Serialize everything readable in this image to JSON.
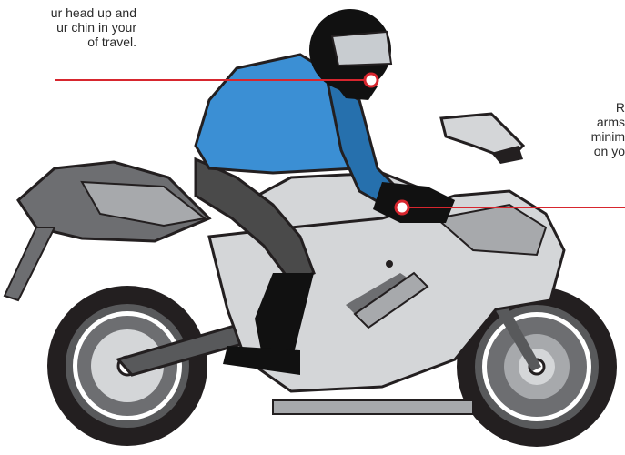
{
  "callouts": [
    {
      "lines": [
        "ur head up and",
        "ur chin in your",
        "of travel."
      ],
      "color": "#d7262e"
    },
    {
      "lines": [
        "R",
        "arms",
        "minim",
        "on yo"
      ],
      "color": "#d7262e"
    }
  ],
  "colors": {
    "jacket": "#3b8fd4",
    "jacket_dark": "#2670ad",
    "helmet": "#111111",
    "visor": "#c8ccd0",
    "pants": "#4a4a4a",
    "fairing_light": "#d4d6d8",
    "fairing_mid": "#a7a9ac",
    "fairing_dark": "#6d6e71",
    "tire": "#231f20",
    "rim": "#58595b"
  },
  "icons": [
    "motorcycle-rider-illustration"
  ]
}
